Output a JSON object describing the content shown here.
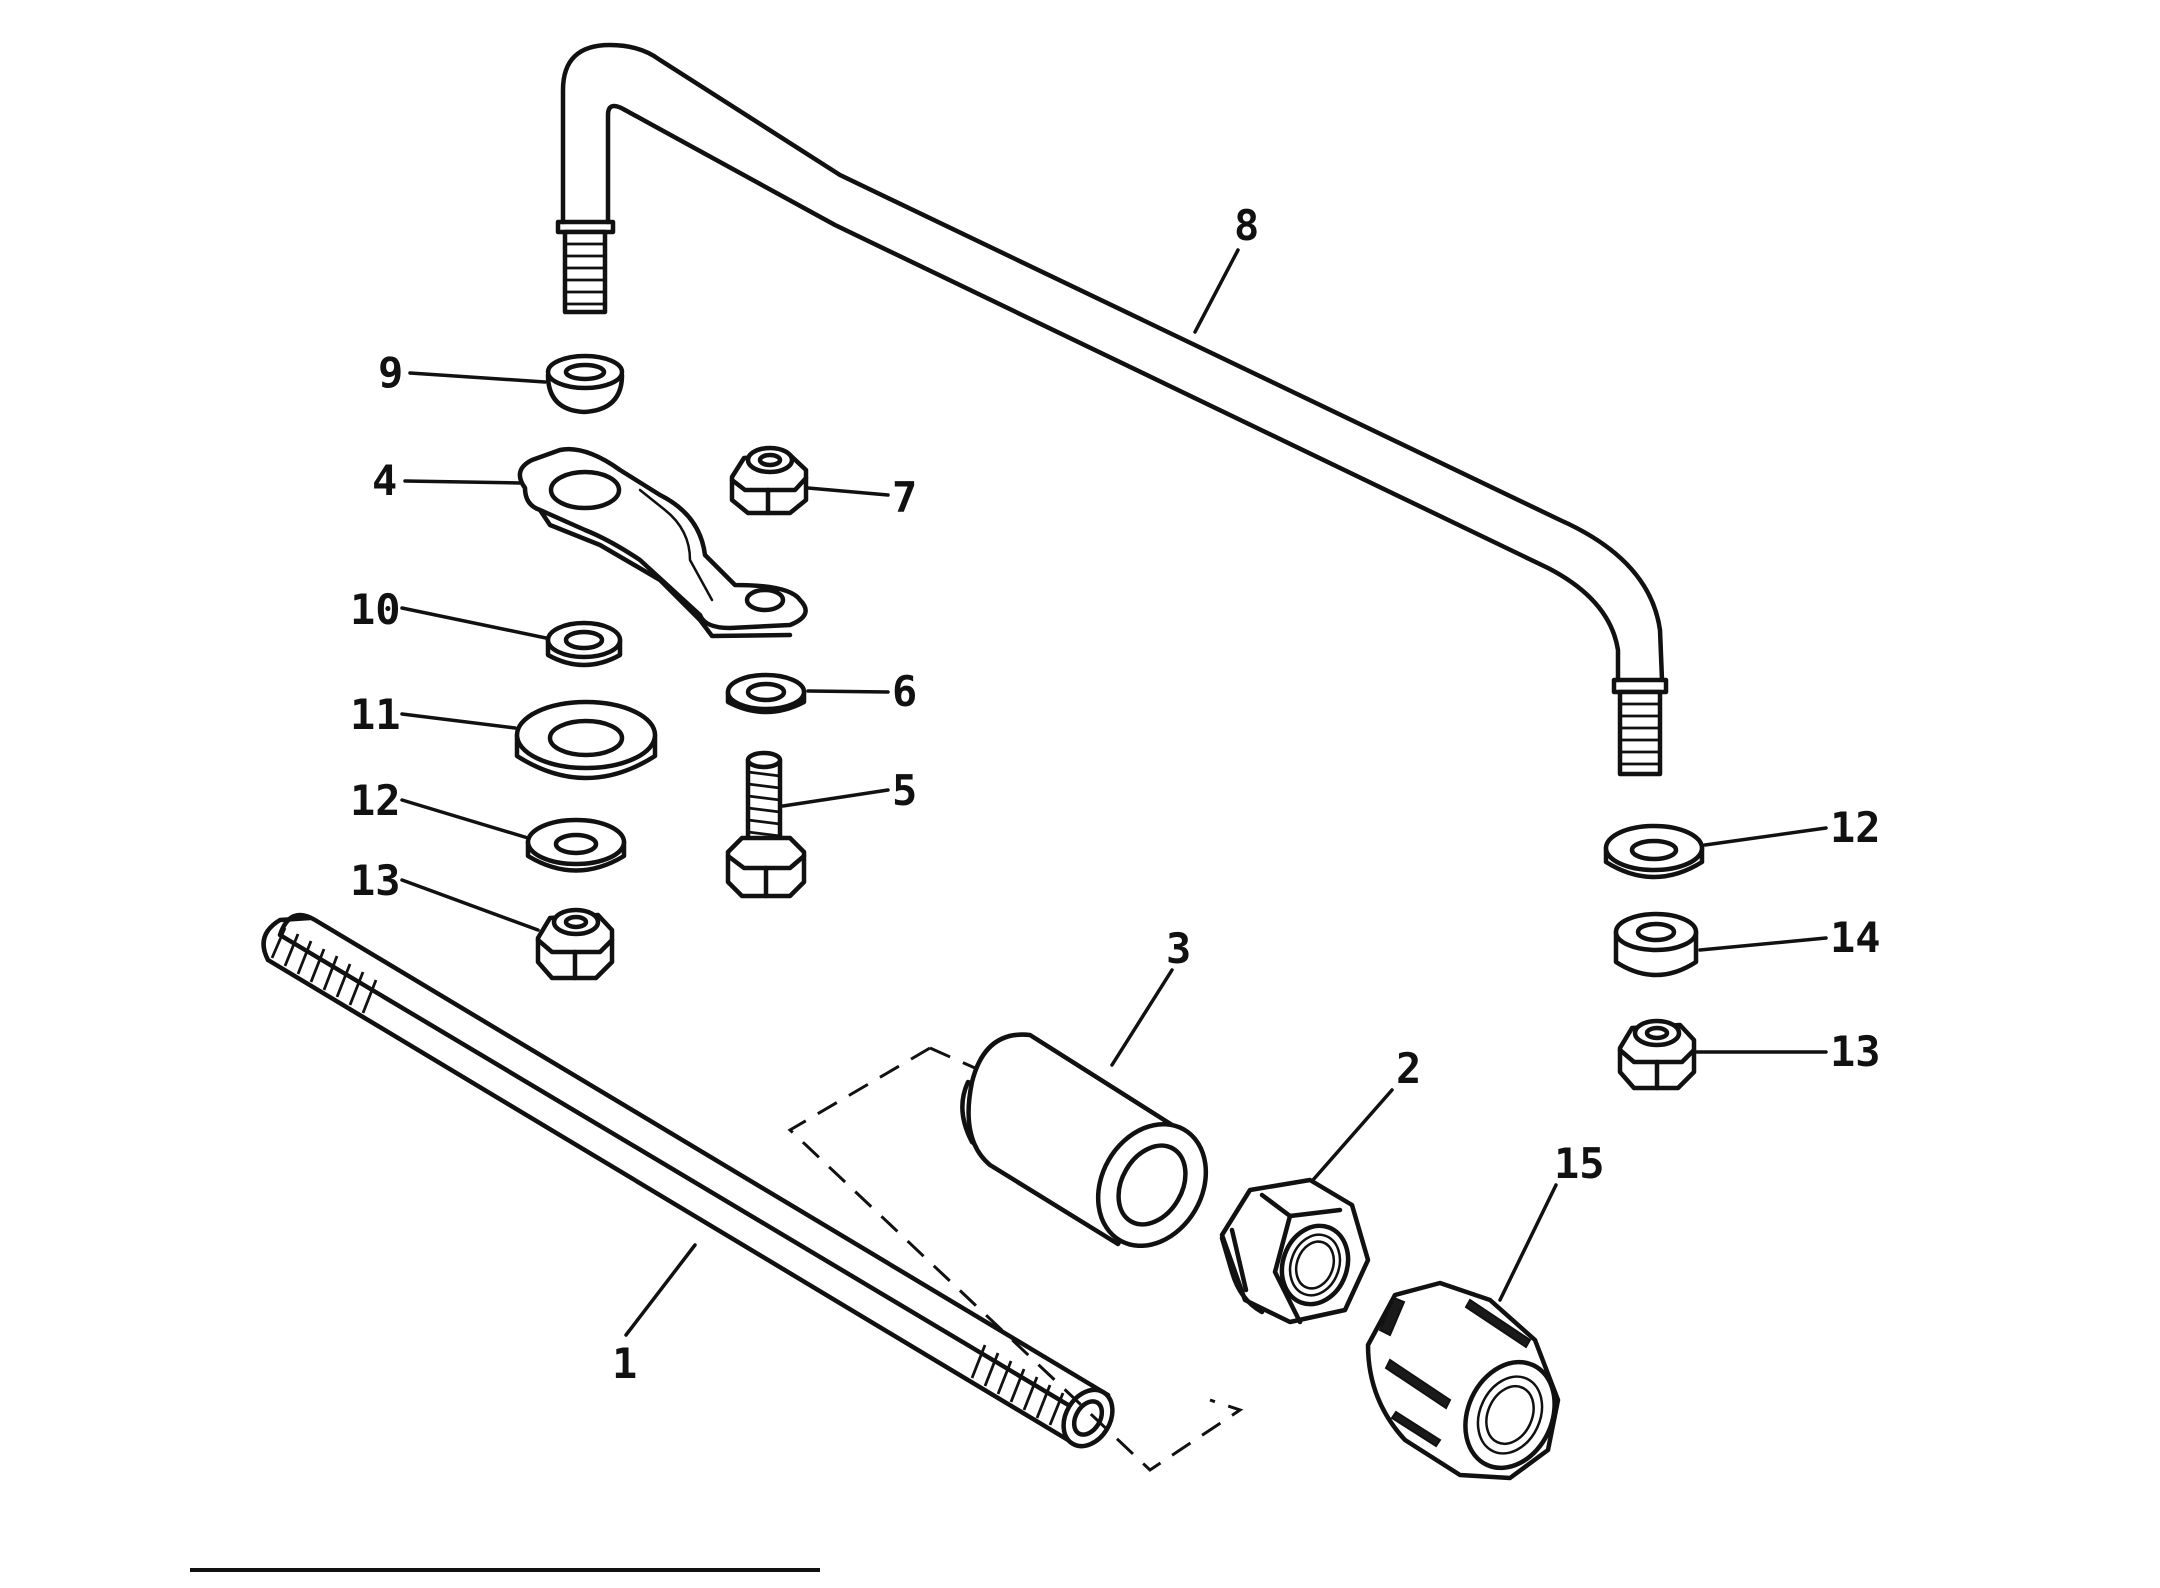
{
  "callouts": {
    "c1": "1",
    "c2": "2",
    "c3": "3",
    "c4": "4",
    "c5": "5",
    "c6": "6",
    "c7": "7",
    "c8": "8",
    "c9": "9",
    "c10": "10",
    "c11": "11",
    "c12a": "12",
    "c12b": "12",
    "c13a": "13",
    "c13b": "13",
    "c14": "14",
    "c15": "15"
  },
  "colors": {
    "ink": "#111111",
    "paper": "#ffffff"
  }
}
